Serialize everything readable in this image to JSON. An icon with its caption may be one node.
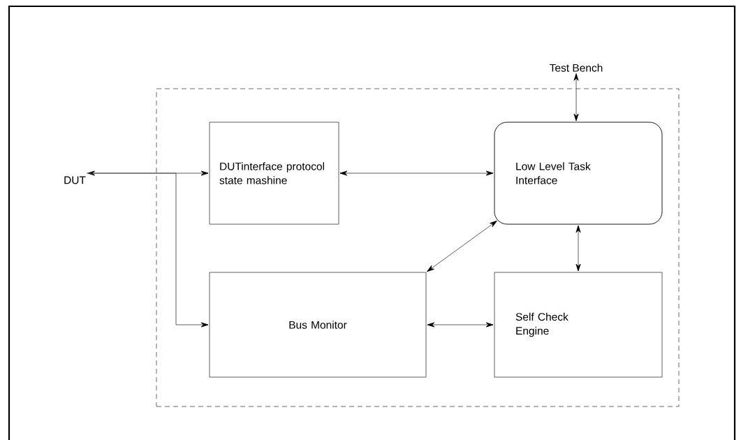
{
  "diagram": {
    "nodes": [
      {
        "text": [],
        "shape": "box"
      },
      {
        "text": [
          "Test Bench"
        ]
      },
      {
        "text": [
          "DUT"
        ]
      },
      {
        "text": [
          "DUTinterface protocol state mashine"
        ],
        "in": 0
      },
      {
        "text": [
          "Low Level Task Interface"
        ],
        "in": 0
      },
      {
        "text": [
          "Bus Monitor"
        ],
        "in": 0
      },
      {
        "text": [
          "Self Check Engine"
        ],
        "in": 0
      }
    ],
    "edges": [
      {
        "from": 1,
        "to": 4,
        "arrow": "both"
      },
      {
        "from": 2,
        "to": 3,
        "arrow": "both"
      },
      {
        "from": 2,
        "to": 5,
        "arrow": "to"
      },
      {
        "from": 3,
        "to": 4,
        "arrow": "both"
      },
      {
        "from": 4,
        "to": 5,
        "arrow": "both"
      },
      {
        "from": 4,
        "to": 6,
        "arrow": "both"
      },
      {
        "from": 5,
        "to": 6,
        "arrow": "both"
      }
    ]
  }
}
